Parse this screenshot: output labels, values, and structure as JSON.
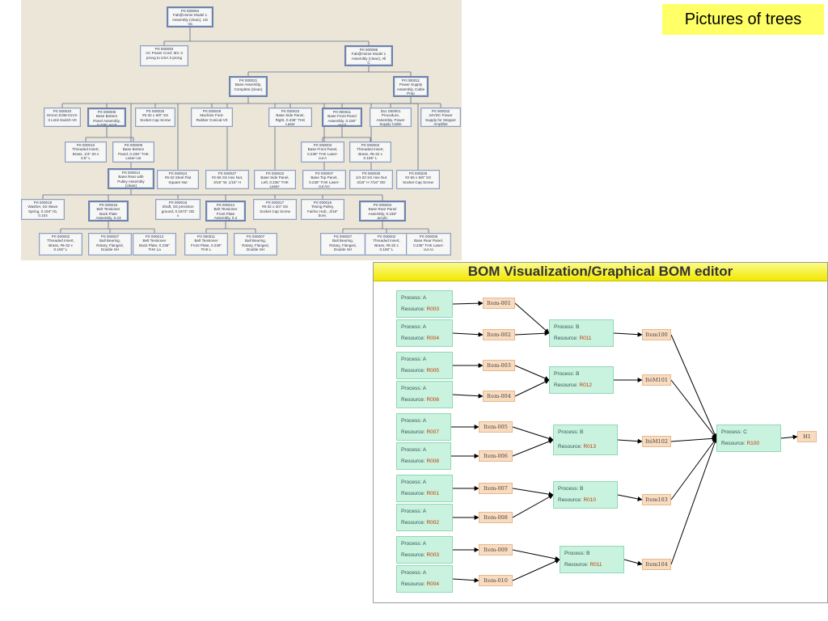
{
  "slide": {
    "title": "Pictures of trees"
  },
  "tree": {
    "nodes": [
      {
        "id": "n0",
        "text": "Prt 000094\nFab@Home Model 1\nAssembly (clean), US\nVa",
        "bold": true
      },
      {
        "id": "n1",
        "text": "Prt 000093\nAC Power Cord: IEC 3\nprong to USA 3 prong",
        "bold": false
      },
      {
        "id": "n2",
        "text": "Prt 000095\nFab@Home Model 1\nAssembly (clean), All\nC",
        "bold": true
      },
      {
        "id": "n3",
        "text": "Prt 000021\nBase Assembly,\nComplete (clean)",
        "bold": true
      },
      {
        "id": "n4",
        "text": "Prt 000011\nPower Supply\nAssembly, Cable\nPrep",
        "bold": true
      },
      {
        "id": "n5",
        "text": "Prt 000020\nOmron D3M-01V3-\n3 Limit Switch-V0",
        "bold": false
      },
      {
        "id": "n6",
        "text": "Prt 000006\nBase Bottom\nPanel Assembly,\n0.236\" acryl",
        "bold": true
      },
      {
        "id": "n7",
        "text": "Prt 000025\n#6-32 x 5/8\" SS\nSocket Cap Screw",
        "bold": false
      },
      {
        "id": "n8",
        "text": "Prt 000029\nMachine Foot-\nRubber Conical-V0",
        "bold": false
      },
      {
        "id": "n9",
        "text": "Prt 000023\nBase Side Panel,\nRight, 0.236\" THK\nLaser",
        "bold": false
      },
      {
        "id": "n10",
        "text": "Prt 000011\nBase Front Panel\nAssembly, 0.236\"\nacryl",
        "bold": true
      },
      {
        "id": "n11",
        "text": "Doc 000001\nProcedure,\nAssembly, Power\nSupply Cable",
        "bold": false
      },
      {
        "id": "n12",
        "text": "Prt 000032\n24VDC Power\nSupply for Stepper\nAmplifier",
        "bold": false
      },
      {
        "id": "n13",
        "text": "Prt 000010\nThreaded Insert,\nBrass, 1/4\"-20 x\n0.5\" L",
        "bold": false
      },
      {
        "id": "n14",
        "text": "Prt 000009\nBase Bottom\nPanel, 0.236\" THK\nLaser-cut",
        "bold": false
      },
      {
        "id": "n15",
        "text": "Prt 000003\nBase Front Panel,\n0.236\" THK Laser-\ncut A",
        "bold": false
      },
      {
        "id": "n16",
        "text": "Prt 000002\nThreaded Insert,\nBrass, #6-32 x\n0.165\" L",
        "bold": false
      },
      {
        "id": "n17",
        "text": "Prt 000014\nBase Rear with\nPulley Assembly\n(clean)",
        "bold": true
      },
      {
        "id": "n18",
        "text": "Prt 000024\n#6-32 Steel Flat\nSquare Nut",
        "bold": false
      },
      {
        "id": "n19",
        "text": "Prt 000027\n#2-56 SS Hex Nut,\n3/16\" W, 1/16\" H",
        "bold": false
      },
      {
        "id": "n20",
        "text": "Prt 000022\nBase Side Panel,\nLeft, 0.236\" THK\nLaser-",
        "bold": false
      },
      {
        "id": "n21",
        "text": "Prt 000007\nBase Top Panel,\n0.236\" THK Laser-\ncut Acr",
        "bold": false
      },
      {
        "id": "n22",
        "text": "Prt 000030\n1/4-20 SS Hex Nut\n3/16\" H 7/16\" OD",
        "bold": false
      },
      {
        "id": "n23",
        "text": "Prt 000026\n#2-56 x 5/8\" SS\nSocket Cap Screw",
        "bold": false
      },
      {
        "id": "n24",
        "text": "Prt 000019\nWasher, SS Wave\nSpring, 0.194\" ID,\n0.104",
        "bold": false
      },
      {
        "id": "n25",
        "text": "Prt 000015\nBelt Tensioner\nBack Plate\nAssembly, 0.23",
        "bold": true
      },
      {
        "id": "n26",
        "text": "Prt 000018\nShaft, SS precision\nground, 0.1872\" OD\nx",
        "bold": false
      },
      {
        "id": "n27",
        "text": "Prt 000012\nBelt Tensioner\nFront Plate\nAssembly, 0.2",
        "bold": true
      },
      {
        "id": "n28",
        "text": "Prt 000017\n#6-32 x 3/4\" SS\nSocket Cap Screw",
        "bold": false
      },
      {
        "id": "n29",
        "text": "Prt 000016\nTiming Pulley,\nFairloc Hub, .3/16\"\nbore,",
        "bold": false
      },
      {
        "id": "n30",
        "text": "Prt 000004\nBase Rear Panel\nAssembly, 0.236\"\nacrylic",
        "bold": true
      },
      {
        "id": "n31",
        "text": "Prt 000002\nThreaded Insert,\nBrass, #6-32 x\n0.165\" L",
        "bold": false
      },
      {
        "id": "n32",
        "text": "Prt 000007\nBall Bearing,\nRotary, Flanged,\nDouble SH",
        "bold": false
      },
      {
        "id": "n33",
        "text": "Prt 000013\nBelt Tensioner\nBack Plate, 0.236\"\nTHK La",
        "bold": false
      },
      {
        "id": "n34",
        "text": "Prt 000011\nBelt Tensioner\nFront Plate, 0.236\"\nTHK L",
        "bold": false
      },
      {
        "id": "n35",
        "text": "Prt 000007\nBall Bearing,\nRotary, Flanged,\nDouble SH",
        "bold": false
      },
      {
        "id": "n36",
        "text": "Prt 000007\nBall Bearing,\nRotary, Flanged,\nDouble SH",
        "bold": false
      },
      {
        "id": "n37",
        "text": "Prt 000002\nThreaded Insert,\nBrass, #6-32 x\n0.165\" L",
        "bold": false
      },
      {
        "id": "n38",
        "text": "Prt 000005\nBase Rear Panel,\n0.236\" THK Laser-\ncut Ac",
        "bold": false
      }
    ]
  },
  "bom": {
    "title": "BOM Visualization/Graphical BOM editor",
    "process_label": "Process:",
    "resource_label": "Resource:",
    "processes": [
      {
        "id": "pA1",
        "name": "A",
        "resource": "R003"
      },
      {
        "id": "pA2",
        "name": "A",
        "resource": "R004"
      },
      {
        "id": "pA3",
        "name": "A",
        "resource": "R005"
      },
      {
        "id": "pA4",
        "name": "A",
        "resource": "R006"
      },
      {
        "id": "pA5",
        "name": "A",
        "resource": "R007"
      },
      {
        "id": "pA6",
        "name": "A",
        "resource": "R008"
      },
      {
        "id": "pA7",
        "name": "A",
        "resource": "R001"
      },
      {
        "id": "pA8",
        "name": "A",
        "resource": "R002"
      },
      {
        "id": "pA9",
        "name": "A",
        "resource": "R003"
      },
      {
        "id": "pA10",
        "name": "A",
        "resource": "R004"
      },
      {
        "id": "pB1",
        "name": "B",
        "resource": "R011"
      },
      {
        "id": "pB2",
        "name": "B",
        "resource": "R012"
      },
      {
        "id": "pB3",
        "name": "B",
        "resource": "R013"
      },
      {
        "id": "pB4",
        "name": "B",
        "resource": "R010"
      },
      {
        "id": "pB5",
        "name": "B",
        "resource": "R011"
      },
      {
        "id": "pC",
        "name": "C",
        "resource": "R100"
      }
    ],
    "items": [
      {
        "id": "i1",
        "label": "Item-001"
      },
      {
        "id": "i2",
        "label": "Item-002"
      },
      {
        "id": "i3",
        "label": "Item-003"
      },
      {
        "id": "i4",
        "label": "Item-004"
      },
      {
        "id": "i5",
        "label": "Item-005"
      },
      {
        "id": "i6",
        "label": "Item-006"
      },
      {
        "id": "i7",
        "label": "Item-007"
      },
      {
        "id": "i8",
        "label": "Item-008"
      },
      {
        "id": "i9",
        "label": "Item-009"
      },
      {
        "id": "i10",
        "label": "Item-010"
      },
      {
        "id": "j1",
        "label": "Item100"
      },
      {
        "id": "j2",
        "label": "ItéM101"
      },
      {
        "id": "j3",
        "label": "ItéM102"
      },
      {
        "id": "j4",
        "label": "Item103"
      },
      {
        "id": "j5",
        "label": "Item104"
      },
      {
        "id": "h1",
        "label": "H1"
      }
    ]
  }
}
